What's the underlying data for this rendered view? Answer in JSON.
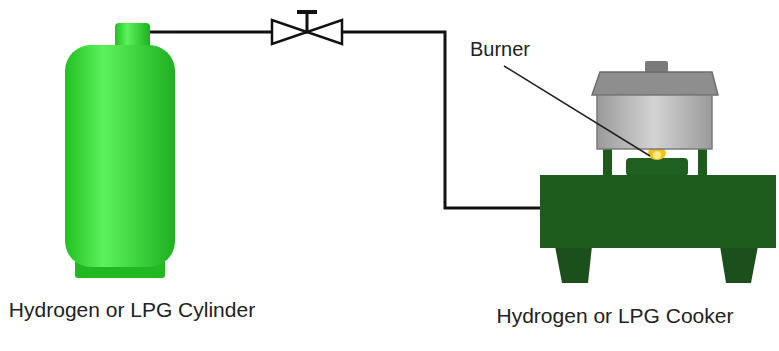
{
  "diagram": {
    "nodes": [
      {
        "text": [
          "Hydrogen or LPG Cylinder"
        ]
      },
      {
        "text": [
          "Hydrogen or LPG Cooker"
        ]
      }
    ],
    "edges": [
      {
        "from": 0,
        "to": 1,
        "arrow": "none"
      }
    ],
    "labels": [
      "Burner"
    ]
  }
}
